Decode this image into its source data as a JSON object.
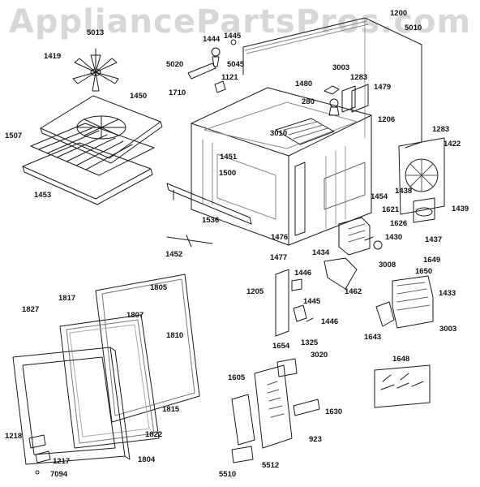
{
  "watermark": "AppliancePartsPros.com",
  "parts": {
    "p1200": "1200",
    "p5010": "5010",
    "p5013": "5013",
    "p1444": "1444",
    "p1445t": "1445",
    "p1419": "1419",
    "p5020": "5020",
    "p5045": "5045",
    "p3003a": "3003",
    "p1121": "1121",
    "p1283a": "1283",
    "p1480": "1480",
    "p1479": "1479",
    "p1450": "1450",
    "p1710": "1710",
    "p280": "280",
    "p1206": "1206",
    "p1507": "1507",
    "p3010": "3010",
    "p1283b": "1283",
    "p1422": "1422",
    "p1451": "1451",
    "p1500": "1500",
    "p1453": "1453",
    "p1438": "1438",
    "p1454": "1454",
    "p1621": "1621",
    "p1439": "1439",
    "p1536": "1536",
    "p1626": "1626",
    "p1437": "1437",
    "p1476": "1476",
    "p1430": "1430",
    "p1452": "1452",
    "p1477": "1477",
    "p1434": "1434",
    "p1649": "1649",
    "p3008": "3008",
    "p1650": "1650",
    "p1446a": "1446",
    "p1805": "1805",
    "p1205": "1205",
    "p1462": "1462",
    "p1433": "1433",
    "p1817": "1817",
    "p1827": "1827",
    "p1807": "1807",
    "p1445": "1445",
    "p1446b": "1446",
    "p3003b": "3003",
    "p1643": "1643",
    "p1810": "1810",
    "p1325": "1325",
    "p1654": "1654",
    "p3020": "3020",
    "p1648": "1648",
    "p1605": "1605",
    "p1815": "1815",
    "p1630": "1630",
    "p1822": "1822",
    "p923": "923",
    "p1218": "1218",
    "p1804": "1804",
    "p1217": "1217",
    "p7094": "7094",
    "p5510": "5510",
    "p5512": "5512"
  }
}
